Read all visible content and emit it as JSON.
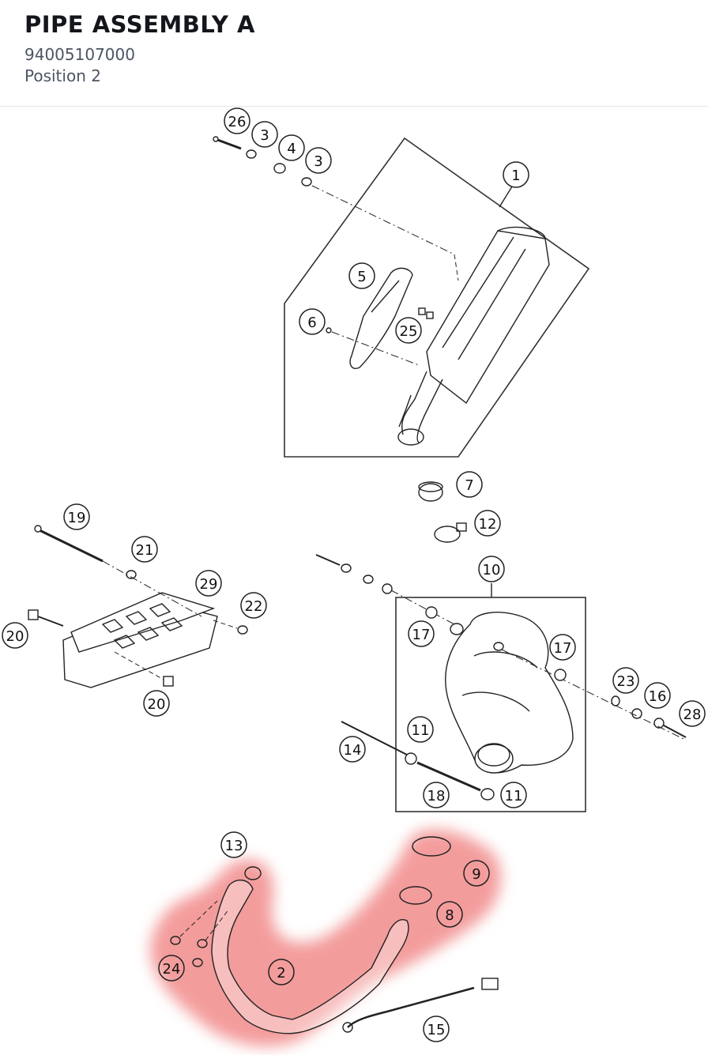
{
  "header": {
    "title": "PIPE ASSEMBLY A",
    "part_number": "94005107000",
    "position": "Position 2"
  },
  "diagram": {
    "highlight_color": "#f28b8b",
    "callouts": [
      "26",
      "3",
      "4",
      "3",
      "1",
      "5",
      "6",
      "25",
      "7",
      "12",
      "19",
      "21",
      "29",
      "22",
      "20",
      "20",
      "10",
      "17",
      "17",
      "23",
      "16",
      "28",
      "11",
      "14",
      "18",
      "11",
      "13",
      "9",
      "8",
      "24",
      "2",
      "15"
    ]
  }
}
